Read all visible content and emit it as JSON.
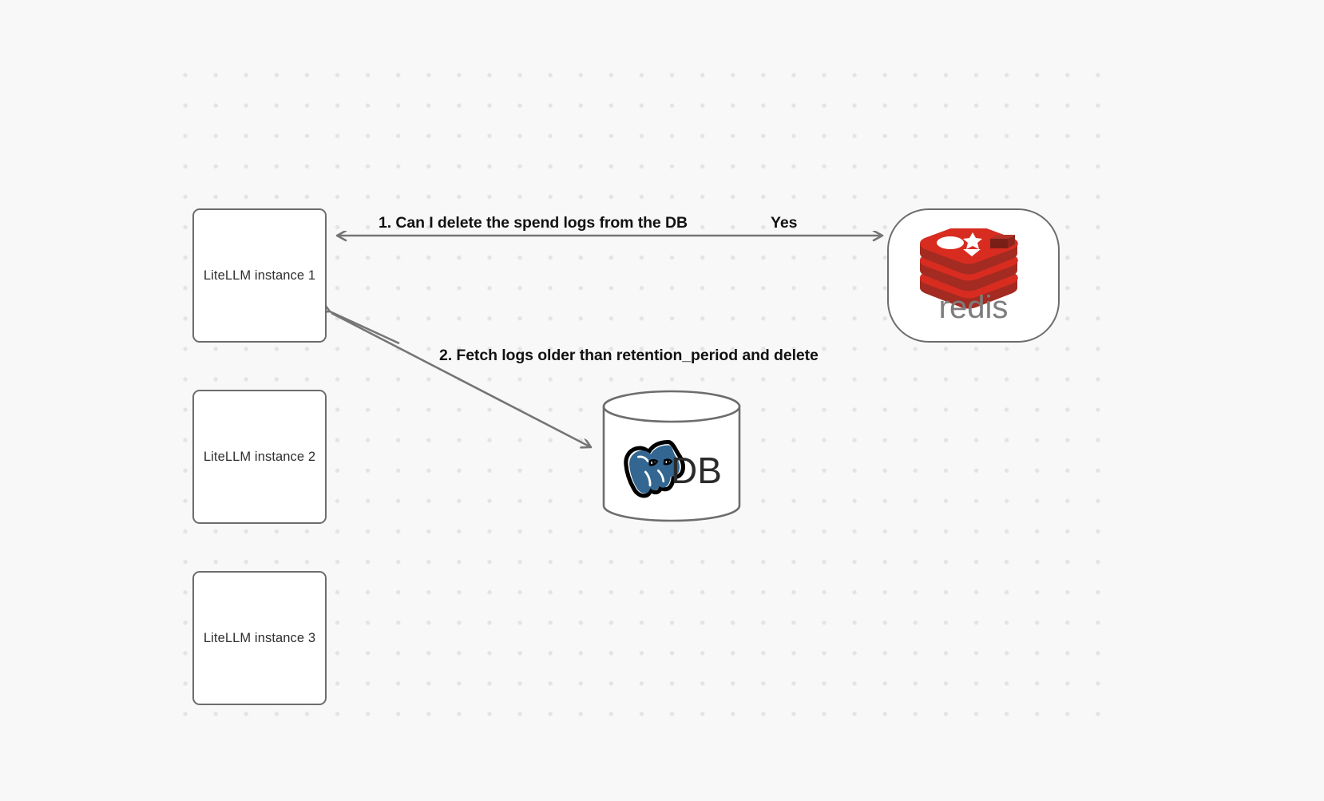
{
  "diagram": {
    "background_color": "#f8f8f9",
    "dot_color": "#e4e4e6",
    "node_border_color": "#6d6d6d",
    "node_fill_color": "#ffffff",
    "edge_color": "#757575",
    "label_color": "#121212",
    "nodes": [
      {
        "id": "litellm-1",
        "label": "LiteLLM instance 1",
        "type": "box"
      },
      {
        "id": "litellm-2",
        "label": "LiteLLM instance 2",
        "type": "box"
      },
      {
        "id": "litellm-3",
        "label": "LiteLLM instance 3",
        "type": "box"
      },
      {
        "id": "redis",
        "label": "redis",
        "type": "rounded",
        "logo": "redis-logo",
        "logo_color": "#d82c20",
        "wordmark_color": "#7a7a7a"
      },
      {
        "id": "postgres-db",
        "label": "DB",
        "type": "cylinder",
        "logo": "postgresql-elephant-icon",
        "logo_color": "#31648c"
      }
    ],
    "edges": [
      {
        "id": "edge-1",
        "from": "litellm-1",
        "to": "redis",
        "label": "1.  Can I delete the spend logs from the DB",
        "reply_label": "Yes",
        "direction": "bidirectional"
      },
      {
        "id": "edge-2",
        "from": "postgres-db",
        "to": "litellm-1",
        "label": "2.  Fetch logs older than retention_period and delete",
        "direction": "to-litellm"
      }
    ]
  }
}
